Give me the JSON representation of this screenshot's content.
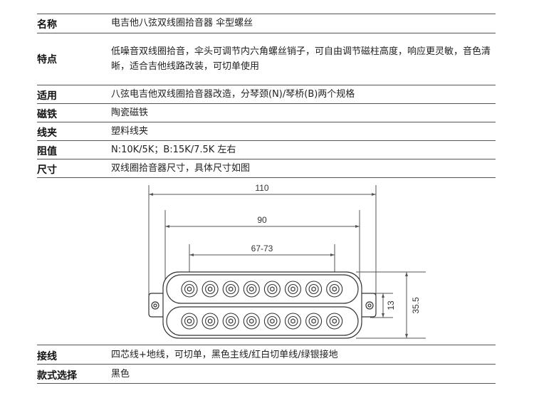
{
  "specs": [
    {
      "label": "名称",
      "value": "电吉他八弦双线圈拾音器 伞型螺丝"
    },
    {
      "label": "特点",
      "value": "低噪音双线圈拾音，伞头可调节内六角螺丝销子，可自由调节磁柱高度，响应更灵敏，音色清晰，适合吉他线路改装，可切单使用"
    },
    {
      "label": "适用",
      "value": "八弦电吉他双线圈拾音器改造，分琴颈(N)/琴桥(B)两个规格"
    },
    {
      "label": "磁铁",
      "value": "陶瓷磁铁"
    },
    {
      "label": "线夹",
      "value": "塑料线夹"
    },
    {
      "label": "阻值",
      "value": "N:10K/5K；B:15K/7.5K 左右"
    },
    {
      "label": "尺寸",
      "value": "双线圈拾音器尺寸，具体尺寸如图"
    }
  ],
  "diagram": {
    "dim_overall_width": "110",
    "dim_pole_span": "90",
    "dim_string_span": "67-73",
    "dim_height": "35.5",
    "dim_coil_height": "13"
  },
  "wiring": {
    "label": "接线",
    "value": "四芯线+地线，可切单，黑色主线/红白切单线/绿银接地"
  },
  "color_option": {
    "label": "款式选择",
    "value": "黑色"
  }
}
